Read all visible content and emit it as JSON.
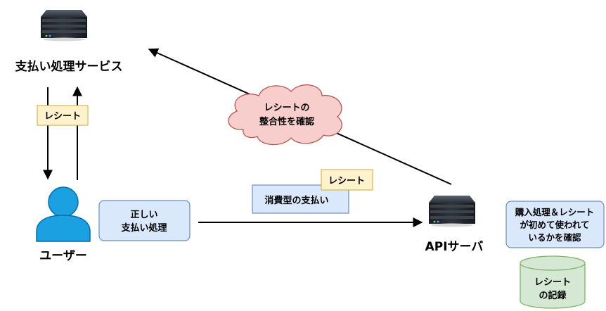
{
  "colors": {
    "line": "#000000",
    "receipt_fill": "#fff2cc",
    "receipt_stroke": "#d6b656",
    "info_fill": "#dae8fc",
    "info_stroke": "#6c8ebf",
    "cloud_fill": "#f8cecc",
    "cloud_stroke": "#b85450",
    "db_fill": "#d5e8d4",
    "db_stroke": "#82b366",
    "user_fill": "#1ba1e2",
    "user_stroke": "#006eaf",
    "server_body": "#1c1f24"
  },
  "nodes": {
    "payment_service": {
      "icon": "server-icon",
      "label": "支払い処理サービス"
    },
    "user": {
      "icon": "user-icon",
      "label": "ユーザー"
    },
    "api_server": {
      "icon": "server-icon",
      "label": "APIサーバ"
    }
  },
  "labels": {
    "receipt_left": "レシート",
    "correct_payment": [
      "正しい",
      "支払い処理"
    ],
    "consumable_payment": "消費型の支払い",
    "receipt_mid": "レシート",
    "verify_cloud": [
      "レシートの",
      "整合性を確認"
    ],
    "first_use_check": [
      "購入処理＆レシート",
      "が初めて使われて",
      "いるかを確認"
    ],
    "receipt_record": [
      "レシート",
      "の記録"
    ]
  }
}
